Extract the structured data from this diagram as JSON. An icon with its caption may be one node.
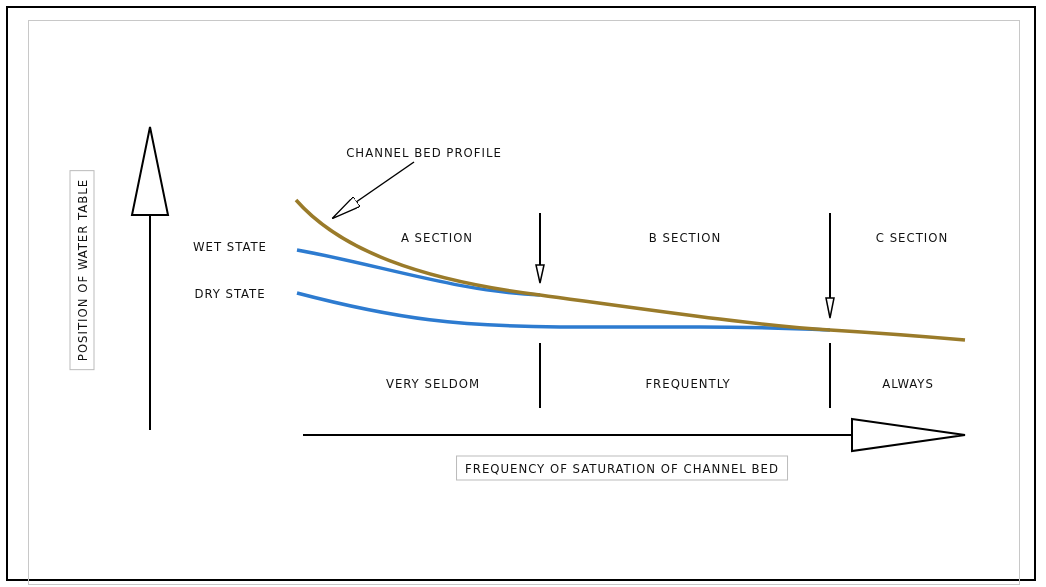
{
  "diagram": {
    "nodes": [
      {
        "text": [
          "CHANNEL BED PROFILE"
        ]
      },
      {
        "text": [],
        "shape": "curve"
      }
    ],
    "edges": [
      {
        "from": 0,
        "to": 1,
        "arrow": "to"
      }
    ],
    "labels": [
      "POSITION OF WATER TABLE",
      "WET STATE",
      "DRY STATE",
      "A SECTION",
      "B SECTION",
      "C SECTION",
      "VERY SELDOM",
      "FREQUENTLY",
      "ALWAYS",
      "FREQUENCY OF SATURATION OF CHANNEL BED"
    ]
  }
}
